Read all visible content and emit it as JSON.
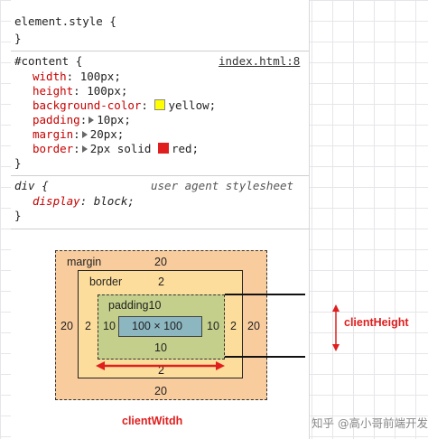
{
  "styles": {
    "element_style": {
      "selector": "element.style {",
      "close": "}"
    },
    "content_rule": {
      "selector": "#content {",
      "source": "index.html:8",
      "props": [
        {
          "name": "width",
          "value": "100px;"
        },
        {
          "name": "height",
          "value": "100px;"
        },
        {
          "name": "background-color",
          "value": "yellow;",
          "swatch": "#ffff00"
        },
        {
          "name": "padding",
          "value": "10px;"
        },
        {
          "name": "margin",
          "value": "20px;"
        },
        {
          "name": "border",
          "value": "2px solid ",
          "swatch": "#e01e1e",
          "value2": "red;"
        }
      ],
      "close": "}"
    },
    "ua_rule": {
      "selector": "div {",
      "source": "user agent stylesheet",
      "props": [
        {
          "name": "display",
          "value": "block;"
        }
      ],
      "close": "}"
    }
  },
  "box_model": {
    "margin_label": "margin",
    "margin_top": "20",
    "margin_left": "20",
    "margin_right": "20",
    "margin_bottom": "20",
    "border_label": "border",
    "border_top": "2",
    "border_left": "2",
    "border_right": "2",
    "border_bottom": "2",
    "padding_label": "padding10",
    "padding_left": "10",
    "padding_right": "10",
    "padding_bottom": "10",
    "content": "100 × 100",
    "colors": {
      "margin": "#f9cc9d",
      "border": "#fddd9b",
      "padding": "#c3cf8a",
      "content": "#8cb6c0"
    }
  },
  "annotations": {
    "client_height": "clientHeight",
    "client_width": "clientWitdh"
  },
  "watermark": "知乎 @高小哥前端开发"
}
